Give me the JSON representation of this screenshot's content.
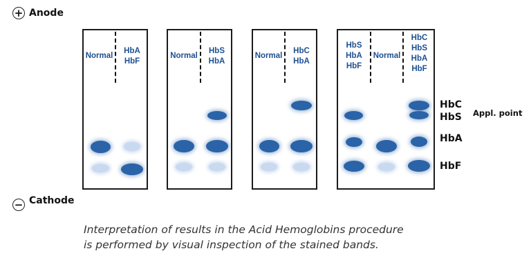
{
  "poles": {
    "anode": "Anode",
    "cathode": "Cathode",
    "anode_sign": "+",
    "cathode_sign": "−"
  },
  "gels": [
    {
      "lanes": [
        {
          "label": "Normal",
          "bands": [
            "HbA",
            "HbF-faint"
          ]
        },
        {
          "label": "HbA\nHbF",
          "bands": [
            "HbA-faint",
            "HbF"
          ]
        }
      ]
    },
    {
      "lanes": [
        {
          "label": "Normal",
          "bands": [
            "HbA",
            "HbF-faint"
          ]
        },
        {
          "label": "HbS\nHbA",
          "bands": [
            "HbS",
            "HbA",
            "HbF-faint"
          ]
        }
      ]
    },
    {
      "lanes": [
        {
          "label": "Normal",
          "bands": [
            "HbA",
            "HbF-faint"
          ]
        },
        {
          "label": "HbC\nHbA",
          "bands": [
            "HbC",
            "HbA",
            "HbF-faint"
          ]
        }
      ]
    },
    {
      "lanes": [
        {
          "label": "HbS\nHbA\nHbF",
          "bands": [
            "HbS",
            "HbA",
            "HbF"
          ]
        },
        {
          "label": "Normal",
          "bands": [
            "HbA",
            "HbF-faint"
          ]
        },
        {
          "label": "HbC\nHbS\nHbA\nHbF",
          "bands": [
            "HbC",
            "HbS",
            "HbA",
            "HbF"
          ]
        }
      ]
    }
  ],
  "band_legend": {
    "hbc": "HbC",
    "hbs": "HbS",
    "hba": "HbA",
    "hbf": "HbF"
  },
  "application_point": "Appl. point",
  "caption": {
    "line1": "Interpretation of results in the Acid Hemoglobins procedure",
    "line2": "is performed by visual inspection of the stained bands."
  },
  "colors": {
    "band_dark": "#2a63a8",
    "band_faint": "#c9d9ef",
    "label_blue": "#1d4f91"
  }
}
